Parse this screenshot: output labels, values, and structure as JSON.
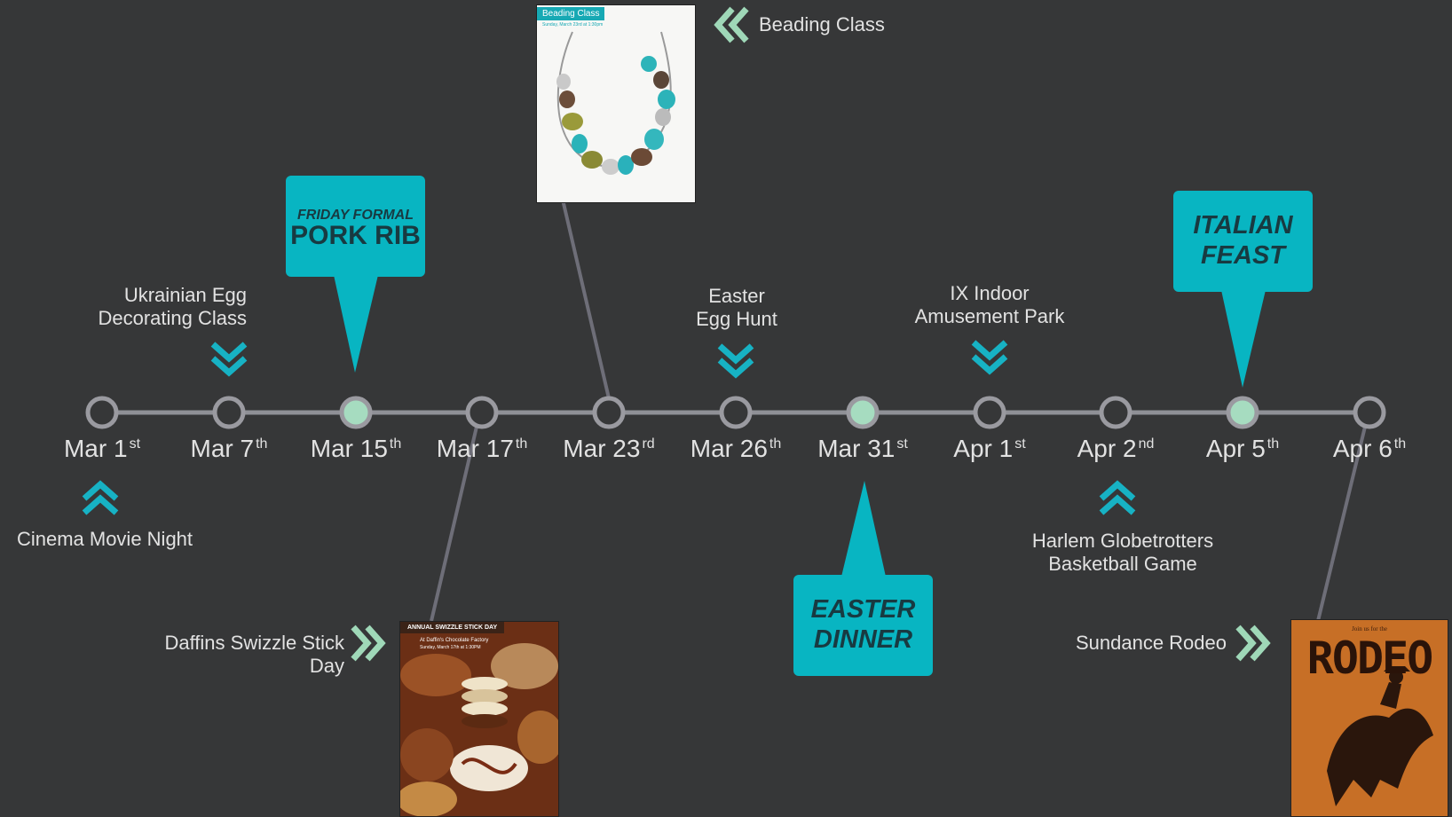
{
  "timeline": {
    "dates": [
      {
        "month": "Mar",
        "day": "1",
        "suffix": "st",
        "highlight": false
      },
      {
        "month": "Mar",
        "day": "7",
        "suffix": "th",
        "highlight": false
      },
      {
        "month": "Mar",
        "day": "15",
        "suffix": "th",
        "highlight": true
      },
      {
        "month": "Mar",
        "day": "17",
        "suffix": "th",
        "highlight": false
      },
      {
        "month": "Mar",
        "day": "23",
        "suffix": "rd",
        "highlight": false
      },
      {
        "month": "Mar",
        "day": "26",
        "suffix": "th",
        "highlight": false
      },
      {
        "month": "Mar",
        "day": "31",
        "suffix": "st",
        "highlight": true
      },
      {
        "month": "Apr",
        "day": "1",
        "suffix": "st",
        "highlight": false
      },
      {
        "month": "Apr",
        "day": "2",
        "suffix": "nd",
        "highlight": false
      },
      {
        "month": "Apr",
        "day": "5",
        "suffix": "th",
        "highlight": true
      },
      {
        "month": "Apr",
        "day": "6",
        "suffix": "th",
        "highlight": false
      }
    ]
  },
  "events": {
    "ukrainian_egg": "Ukrainian Egg\nDecorating Class",
    "easter_egg_hunt": "Easter\nEgg Hunt",
    "ix_indoor": "IX Indoor\nAmusement Park",
    "cinema": "Cinema Movie Night",
    "harlem": "Harlem Globetrotters\nBasketball Game",
    "beading": "Beading Class",
    "daffins": "Daffins Swizzle Stick Day",
    "rodeo": "Sundance Rodeo"
  },
  "callouts": {
    "pork_rib_line1": "FRIDAY FORMAL",
    "pork_rib_line2": "PORK RIB",
    "italian_feast": "ITALIAN\nFEAST",
    "easter_dinner": "EASTER\nDINNER"
  },
  "posters": {
    "beading_title": "Beading Class",
    "beading_sub": "Sunday, March 23rd at 1:30pm",
    "swizzle_title": "ANNUAL SWIZZLE STICK DAY",
    "swizzle_sub": "At Daffin's Chocolate Factory",
    "swizzle_date": "Sunday, March 17th at 1:30PM",
    "rodeo_top": "Join us for the",
    "rodeo_title": "RODEO"
  },
  "colors": {
    "background": "#363738",
    "node_stroke": "#9a9aa0",
    "node_highlight": "#a6dcc0",
    "teal": "#08b5c2",
    "chevron_teal": "#17b2c4",
    "chevron_green": "#9fd8b8"
  }
}
